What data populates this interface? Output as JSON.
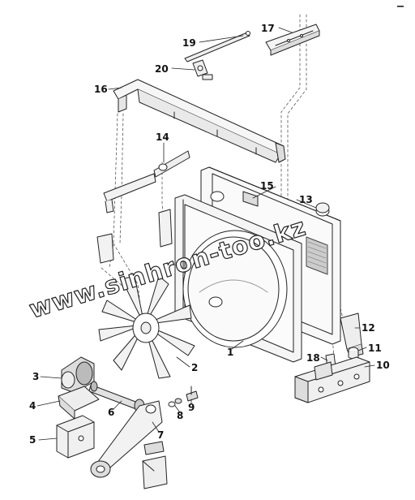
{
  "corner_mark": "—",
  "watermark": "www.sinhron-too.kz",
  "callouts": [
    {
      "id": "1",
      "label": "1"
    },
    {
      "id": "2",
      "label": "2"
    },
    {
      "id": "3",
      "label": "3"
    },
    {
      "id": "4",
      "label": "4"
    },
    {
      "id": "5",
      "label": "5"
    },
    {
      "id": "6",
      "label": "6"
    },
    {
      "id": "7",
      "label": "7"
    },
    {
      "id": "8",
      "label": "8"
    },
    {
      "id": "9",
      "label": "9"
    },
    {
      "id": "10",
      "label": "10"
    },
    {
      "id": "11",
      "label": "11"
    },
    {
      "id": "12",
      "label": "12"
    },
    {
      "id": "13",
      "label": "13"
    },
    {
      "id": "14",
      "label": "14"
    },
    {
      "id": "15",
      "label": "15"
    },
    {
      "id": "16",
      "label": "16"
    },
    {
      "id": "17",
      "label": "17"
    },
    {
      "id": "18",
      "label": "18"
    },
    {
      "id": "19",
      "label": "19"
    },
    {
      "id": "20",
      "label": "20"
    }
  ]
}
